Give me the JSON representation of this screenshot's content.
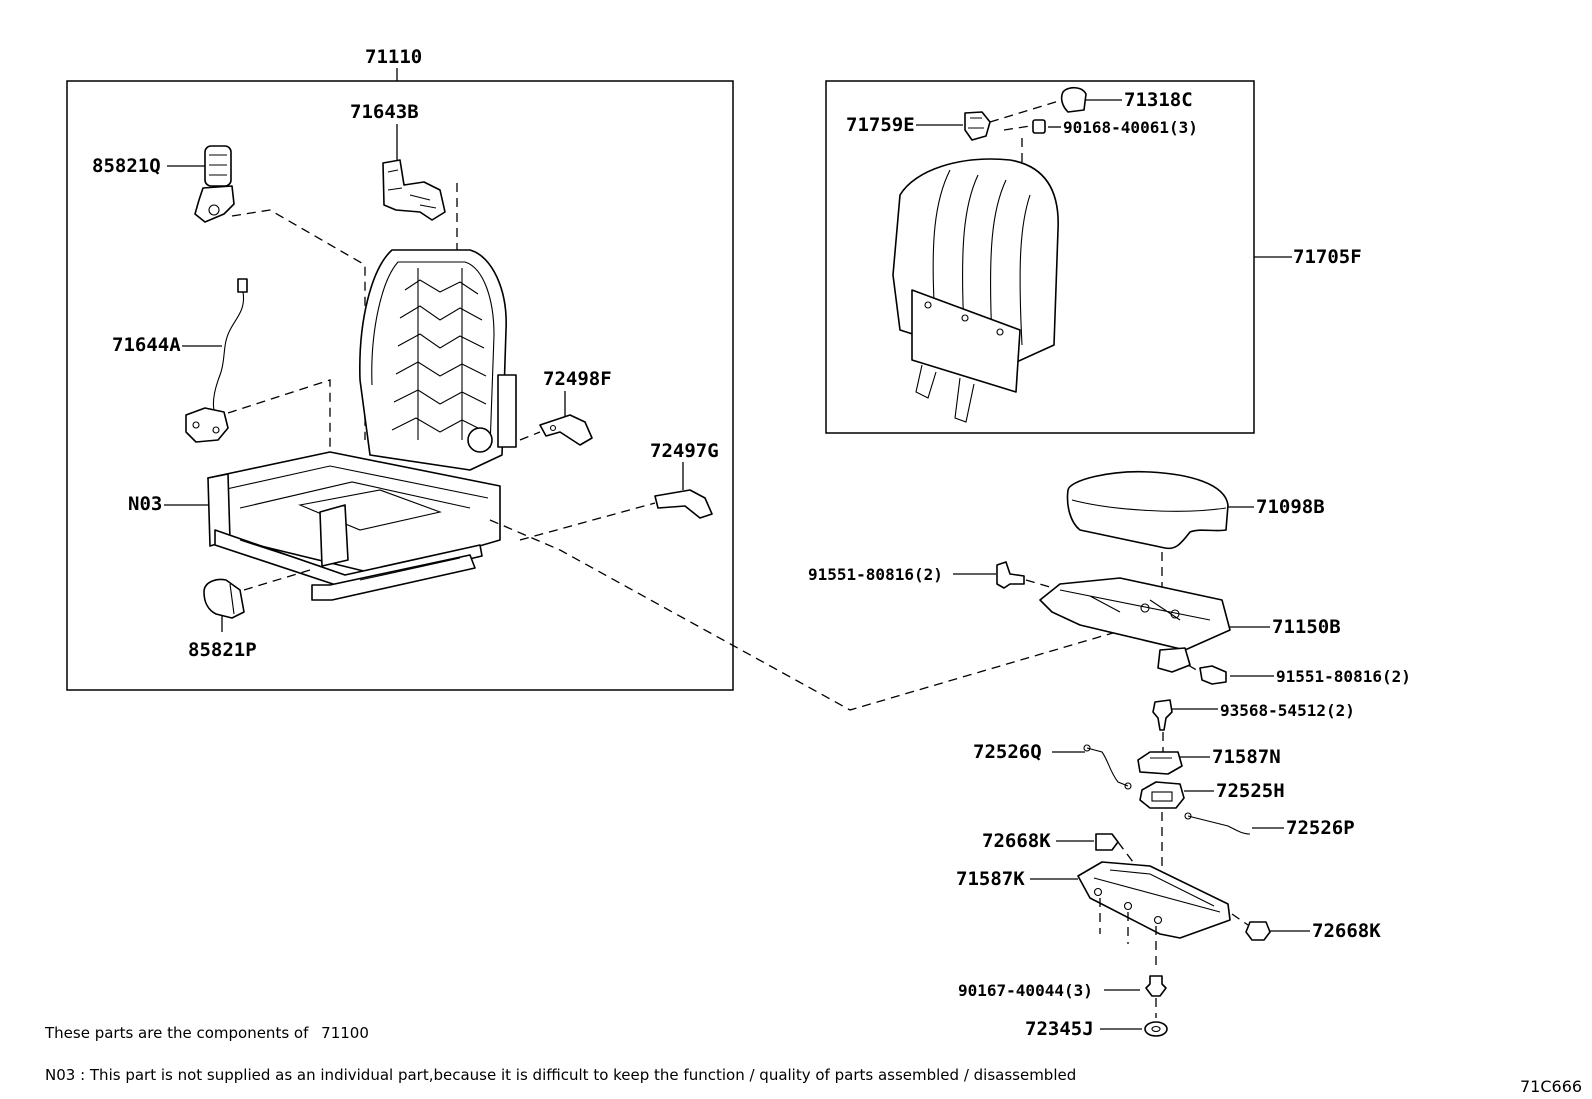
{
  "assembly_label": "71110",
  "parts": {
    "p71643B": "71643B",
    "p85821Q": "85821Q",
    "p71644A": "71644A",
    "p72498F": "72498F",
    "p72497G": "72497G",
    "pN03": "N03",
    "p85821P": "85821P",
    "p71759E": "71759E",
    "p71318C": "71318C",
    "p90168": "90168-40061(3)",
    "p71705F": "71705F",
    "p71098B": "71098B",
    "p91551a": "91551-80816(2)",
    "p71150B": "71150B",
    "p91551b": "91551-80816(2)",
    "p93568": "93568-54512(2)",
    "p72526Q": "72526Q",
    "p71587N": "71587N",
    "p72525H": "72525H",
    "p72526P": "72526P",
    "p72668Ka": "72668K",
    "p71587K": "71587K",
    "p72668Kb": "72668K",
    "p90167": "90167-40044(3)",
    "p72345J": "72345J"
  },
  "notes": {
    "components_text": "These parts are the components of",
    "components_ref": "71100",
    "n03_note": "N03 : This part is not supplied as an individual part,because it is difficult to keep the function / quality of parts assembled / disassembled"
  },
  "figure_code": "71C666"
}
